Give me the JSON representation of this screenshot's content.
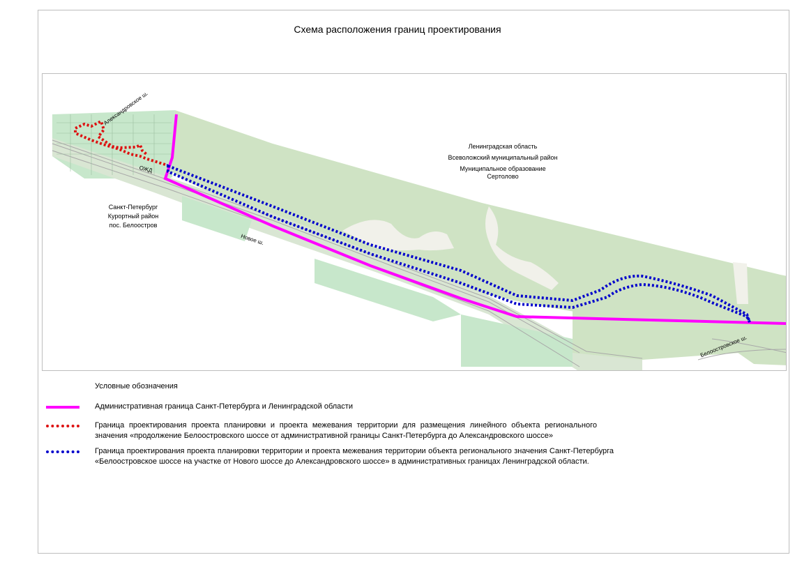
{
  "title": "Схема расположения границ проектирования",
  "map": {
    "region_labels": {
      "lo_line1": "Ленинградская область",
      "lo_line2": "Всеволожский муниципальный район",
      "lo_line3": "Муниципальное образование",
      "lo_line4": "Сертолово",
      "spb_line1": "Санкт-Петербург",
      "spb_line2": "Курортный район",
      "spb_line3": "пос. Белоостров"
    },
    "road_labels": {
      "aleksandrovskoe": "Александровское ш.",
      "novoe": "Новое ш.",
      "beloostrovskoe": "Белоостровское ш.",
      "ozd": "ОЖД"
    },
    "colors": {
      "admin_border": "#ff00ff",
      "red_boundary": "#dd1111",
      "blue_boundary": "#0000cc",
      "forest": "#cfe3c4",
      "urban": "#c7e7cb"
    }
  },
  "legend": {
    "heading": "Условные обозначения",
    "items": [
      {
        "symbol": "solid-magenta",
        "text": "Административная граница Санкт-Петербурга и Ленинградской области"
      },
      {
        "symbol": "dotted-red",
        "text": "Граница проектирования проекта планировки и проекта межевания территории для размещения линейного объекта регионального значения «продолжение Белоостровского шоссе от административной границы Санкт-Петербурга до Александровского шоссе»"
      },
      {
        "symbol": "dotted-blue",
        "text": "Граница проектирования проекта планировки территории и проекта межевания территории объекта регионального значения Санкт-Петербурга «Белоостровское шоссе на участке от Нового шоссе до Александровского шоссе» в административных границах Ленинградской области."
      }
    ]
  }
}
